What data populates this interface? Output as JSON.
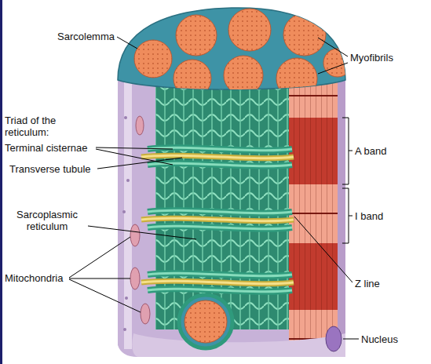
{
  "diagram": {
    "labels": [
      "Sarcolemma",
      "Myofibrils",
      "Triad of the reticulum:",
      "Terminal cisternae",
      "Transverse tubule",
      "A band",
      "Sarcoplasmic reticulum",
      "I band",
      "Z line",
      "Mitochondria",
      "Nucleus"
    ]
  }
}
